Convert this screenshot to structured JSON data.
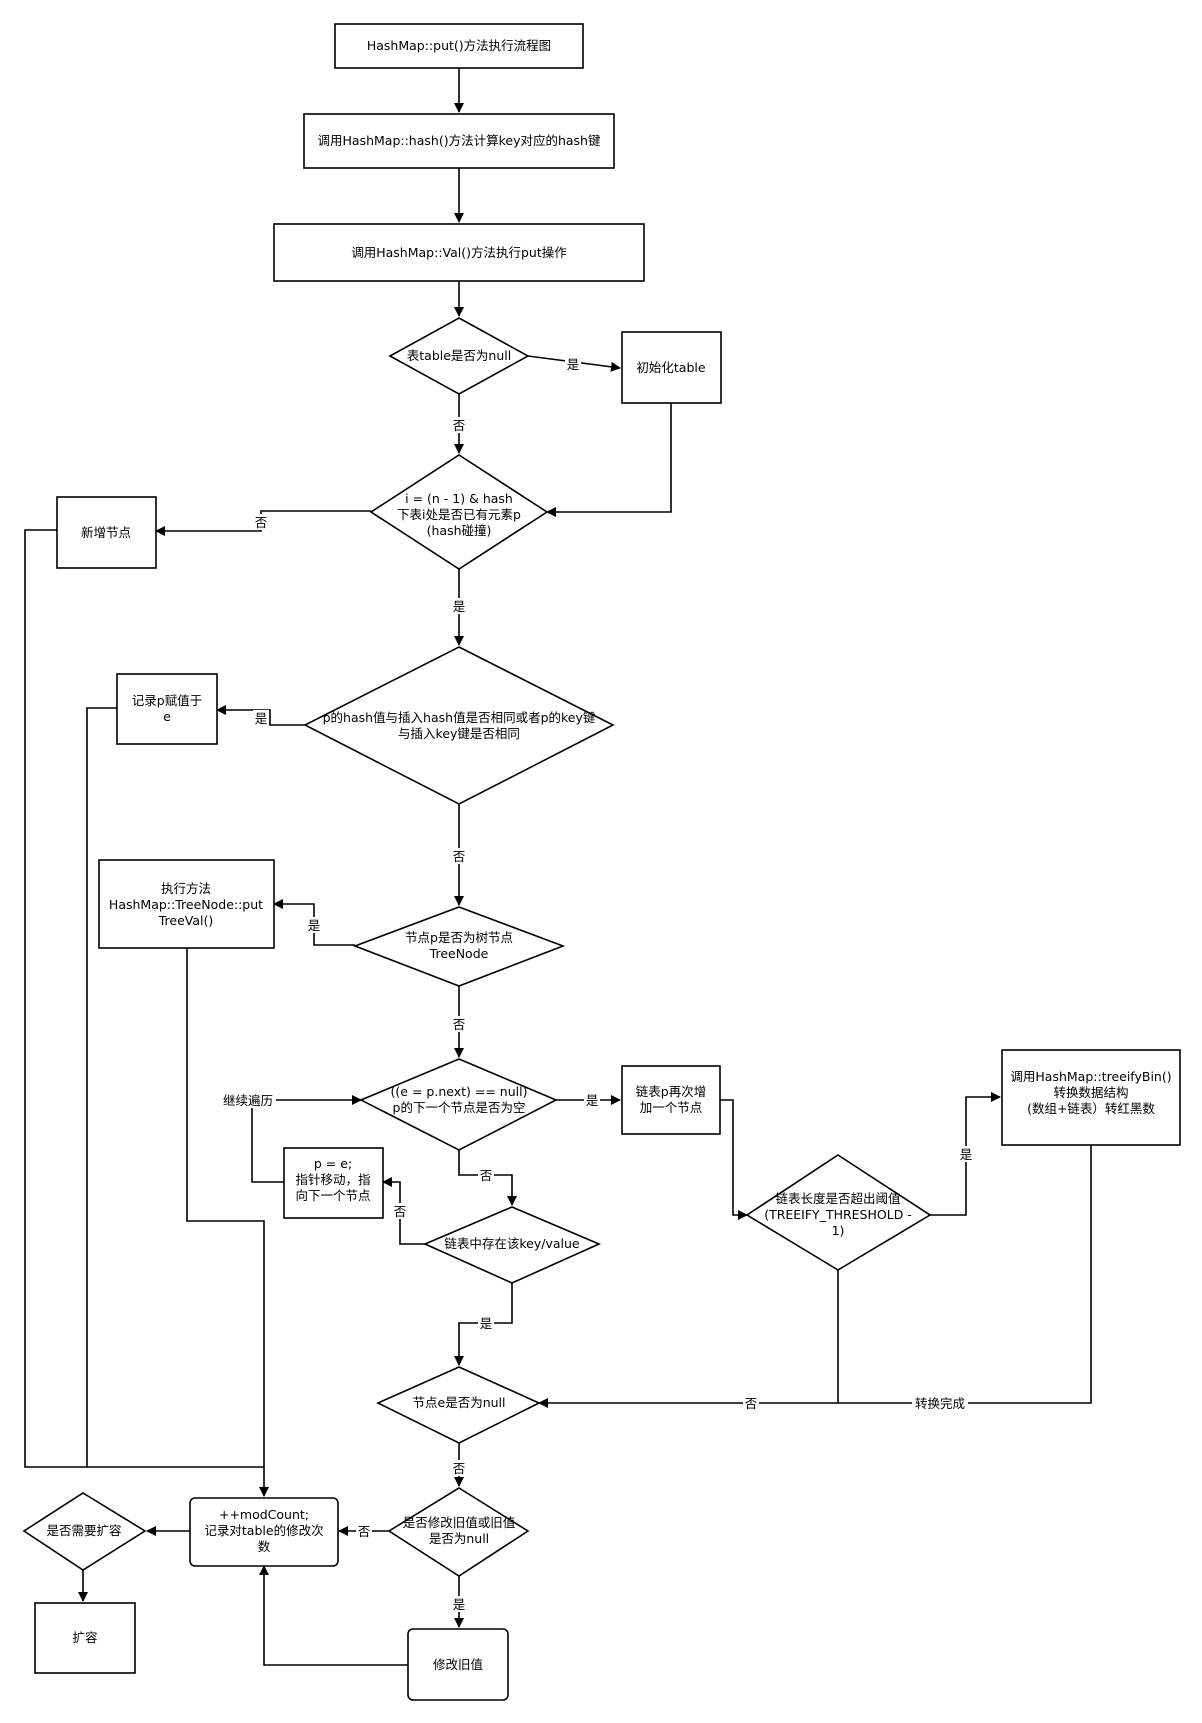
{
  "nodes": {
    "title": "HashMap::put()方法执行流程图",
    "calc_hash": "调用HashMap::hash()方法计算key对应的hash键",
    "put_val": "调用HashMap::Val()方法执行put操作",
    "table_null": "表table是否为null",
    "init_table": "初始化table",
    "index_check": [
      "i = (n - 1) & hash",
      "下表i处是否已有元素p",
      "(hash碰撞)"
    ],
    "add_node": "新增节点",
    "key_same": [
      "p的hash值与插入hash值是否相同或者p的key键",
      "与插入key键是否相同"
    ],
    "assign_e": [
      "记录p赋值于",
      "e"
    ],
    "is_tree": [
      "节点p是否为树节点",
      "TreeNode"
    ],
    "put_tree": [
      "执行方法",
      "HashMap::TreeNode::put",
      "TreeVal()"
    ],
    "next_null": [
      "((e = p.next) == null)",
      "p的下一个节点是否为空"
    ],
    "append_node": [
      "链表p再次增",
      "加一个节点"
    ],
    "move_ptr": [
      "p = e;",
      "指针移动，指",
      "向下一个节点"
    ],
    "exists_kv": "链表中存在该key/value",
    "len_check": [
      "链表长度是否超出阈值",
      "(TREEIFY_THRESHOLD -",
      "1)"
    ],
    "treeify": [
      "调用HashMap::treeifyBin()",
      "转换数据结构",
      "(数组+链表）转红黑数"
    ],
    "e_null": "节点e是否为null",
    "mod_old": [
      "是否修改旧值或旧值",
      "是否为null"
    ],
    "mod_count": [
      "++modCount;",
      "记录对table的修改次",
      "数"
    ],
    "need_resize": "是否需要扩容",
    "resize": "扩容",
    "replace_old": "修改旧值"
  },
  "edge_labels": {
    "yes": "是",
    "no": "否",
    "continue": "继续遍历",
    "converted": "转换完成"
  }
}
